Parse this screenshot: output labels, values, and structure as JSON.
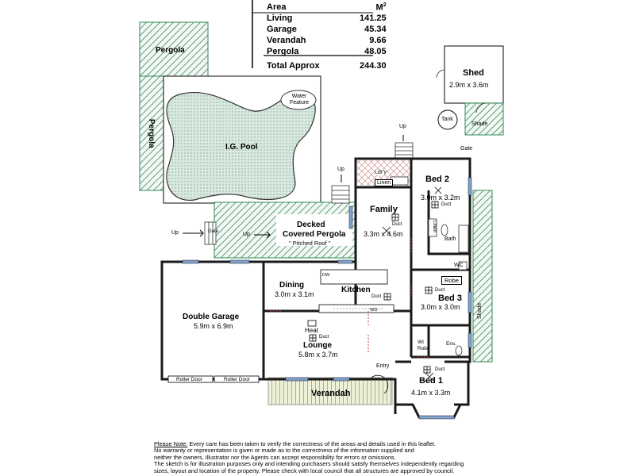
{
  "area_table": {
    "header_area": "Area",
    "header_unit": "M",
    "header_unit_sup": "2",
    "rows": [
      {
        "label": "Living",
        "value": "141.25"
      },
      {
        "label": "Garage",
        "value": "45.34"
      },
      {
        "label": "Verandah",
        "value": "9.66"
      },
      {
        "label": "Pergola",
        "value": "48.05"
      }
    ],
    "total_label": "Total Approx",
    "total_value": "244.30"
  },
  "labels": {
    "pergola_top": "Pergola",
    "pergola_side": "Pergola",
    "pool": "I.G. Pool",
    "water_feature": "Water Feature",
    "shed": "Shed",
    "shed_size": "2.9m x 3.6m",
    "tank": "Tank",
    "shade_small": "Shade",
    "shade_side": "Shade",
    "gate_right": "Gate",
    "gate_left": "Gate",
    "up_laundry": "Up",
    "up_family": "Up",
    "up_left": "Up",
    "up_pergola": "Up",
    "laundry": "Ldr'y",
    "linen_top": "Linen",
    "linen_side": "Linen",
    "bed2": "Bed 2",
    "bed2_size": "3.0m x 3.2m",
    "bath": "Bath",
    "wc": "WC",
    "robe": "Robe",
    "bed3": "Bed 3",
    "bed3_size": "3.0m x 3.0m",
    "family": "Family",
    "family_size": "3.3m x 4.6m",
    "decked": "Decked",
    "covered_pergola": "Covered Pergola",
    "pitched_roof": "\" Pitched Roof \"",
    "dining": "Dining",
    "dining_size": "3.0m x 3.1m",
    "kitchen": "Kitchen",
    "dw": "DW",
    "wo": "WO",
    "heat": "Heat",
    "lounge": "Lounge",
    "lounge_size": "5.8m x 3.7m",
    "double_garage": "Double Garage",
    "garage_size": "5.9m x 6.9m",
    "roller_door_1": "Roller Door",
    "roller_door_2": "Roller Door",
    "verandah": "Verandah",
    "entry": "Entry",
    "wi_robe_1": "WI",
    "wi_robe_2": "Robe",
    "ens": "Ens.",
    "bed1": "Bed 1",
    "bed1_size": "4.1m x 3.3m",
    "duct": "Duct"
  },
  "note": {
    "title": "Please Note:",
    "line1": " Every care has been taken to verify the correctness of the areas and details used in this leaflet.",
    "line2": "No warranty or representation is given or made as to the correctness of the information supplied and",
    "line3": "neither the owners, illustrator nor the Agents can accept responsibility for errors or omissions.",
    "line4": "The sketch is for illustration purposes only and intending purchasers should satisfy themselves independently regarding",
    "line5": "sizes, layout and location of the property. Please check with local council that all structures are approved by council."
  },
  "colors": {
    "hatch_green": "#2f8a55",
    "wall": "#1a1a1a",
    "verandah_fill": "#e9edd0",
    "window": "#7fa3c8",
    "pool_fill": "#c6ddd0"
  }
}
